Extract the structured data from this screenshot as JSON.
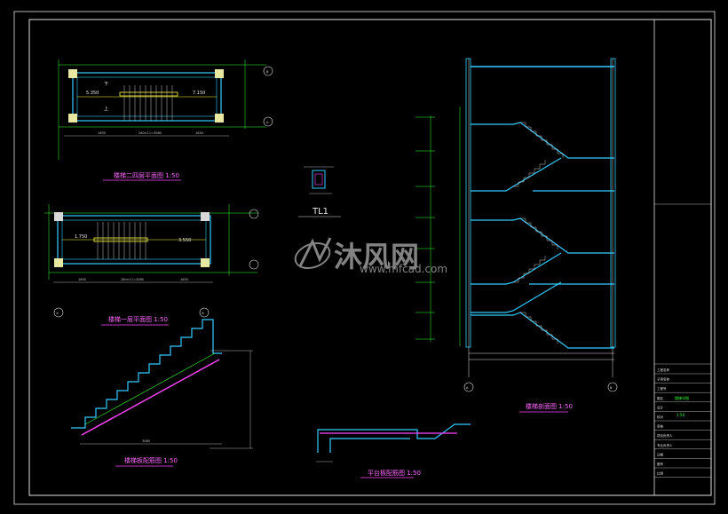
{
  "drawing": {
    "plan_upper_title": "楼梯二四层平面图 1:50",
    "plan_lower_title": "楼梯一层平面图 1:50",
    "section_title": "楼梯剖面图 1:50",
    "slab_title": "楼梯板配筋图 1:50",
    "landing_title": "平台板配筋图 1:50",
    "beam_label": "TL1",
    "upper_plan_levels": [
      "5.350",
      "7.150"
    ],
    "lower_plan_levels": [
      "1.750",
      "3.550"
    ],
    "axis_labels": [
      "①",
      "④",
      "A",
      "B"
    ],
    "stair_marks": [
      "上",
      "下"
    ]
  },
  "watermark": {
    "brand": "沐风网",
    "url": "www.mfcad.com"
  },
  "title_block": {
    "rows": [
      "工程名称",
      "子项名称",
      "工程号",
      "图名",
      "设计",
      "校对",
      "审核",
      "项目负责人",
      "专业负责人",
      "日期",
      "图号",
      "比例"
    ],
    "drawing_name": "楼梯详图",
    "scale": "1:50"
  },
  "colors": {
    "cyan": "#33ccff",
    "magenta": "#ff44ff",
    "green": "#33ff33",
    "white": "#e8e8e8",
    "yellow": "#ffff33"
  }
}
